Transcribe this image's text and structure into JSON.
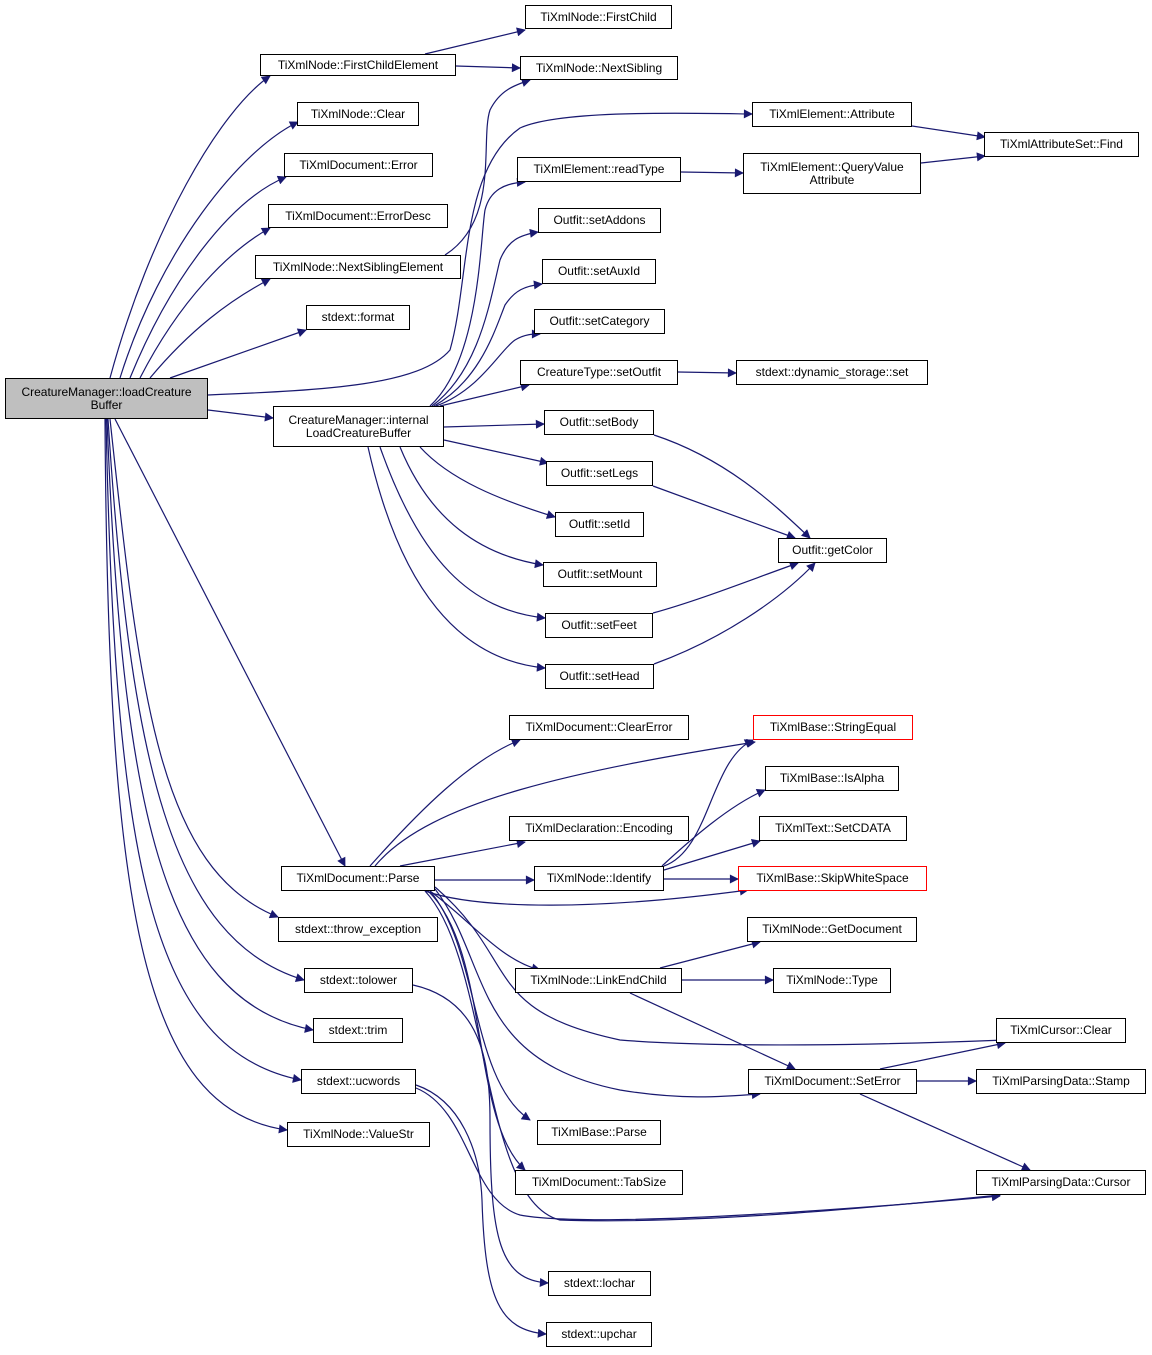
{
  "colors": {
    "edge": "#191970",
    "root_fill": "#bfbfbf",
    "border": "#000000",
    "truncated_border": "#ff0000"
  },
  "nodes": {
    "root": "CreatureManager::loadCreature\nBuffer",
    "firstChildElement": "TiXmlNode::FirstChildElement",
    "firstChild": "TiXmlNode::FirstChild",
    "nextSibling": "TiXmlNode::NextSibling",
    "clear": "TiXmlNode::Clear",
    "docError": "TiXmlDocument::Error",
    "errorDesc": "TiXmlDocument::ErrorDesc",
    "nextSiblingElement": "TiXmlNode::NextSiblingElement",
    "format": "stdext::format",
    "attribute": "TiXmlElement::Attribute",
    "attrFind": "TiXmlAttributeSet::Find",
    "readType": "TiXmlElement::readType",
    "queryValue": "TiXmlElement::QueryValue\nAttribute",
    "setAddons": "Outfit::setAddons",
    "setAuxId": "Outfit::setAuxId",
    "setCategory": "Outfit::setCategory",
    "setOutfit": "CreatureType::setOutfit",
    "dynStorage": "stdext::dynamic_storage::set",
    "internal": "CreatureManager::internal\nLoadCreatureBuffer",
    "setBody": "Outfit::setBody",
    "setLegs": "Outfit::setLegs",
    "setId": "Outfit::setId",
    "getColor": "Outfit::getColor",
    "setMount": "Outfit::setMount",
    "setFeet": "Outfit::setFeet",
    "setHead": "Outfit::setHead",
    "clearError": "TiXmlDocument::ClearError",
    "stringEqual": "TiXmlBase::StringEqual",
    "isAlpha": "TiXmlBase::IsAlpha",
    "encoding": "TiXmlDeclaration::Encoding",
    "setCdata": "TiXmlText::SetCDATA",
    "docParse": "TiXmlDocument::Parse",
    "identify": "TiXmlNode::Identify",
    "skipWhite": "TiXmlBase::SkipWhiteSpace",
    "throwEx": "stdext::throw_exception",
    "getDocument": "TiXmlNode::GetDocument",
    "tolower": "stdext::tolower",
    "linkEnd": "TiXmlNode::LinkEndChild",
    "nodeType": "TiXmlNode::Type",
    "trim": "stdext::trim",
    "cursorClear": "TiXmlCursor::Clear",
    "ucwords": "stdext::ucwords",
    "setError": "TiXmlDocument::SetError",
    "stamp": "TiXmlParsingData::Stamp",
    "valueStr": "TiXmlNode::ValueStr",
    "baseParse": "TiXmlBase::Parse",
    "tabSize": "TiXmlDocument::TabSize",
    "pdCursor": "TiXmlParsingData::Cursor",
    "lochar": "stdext::lochar",
    "upchar": "stdext::upchar"
  }
}
